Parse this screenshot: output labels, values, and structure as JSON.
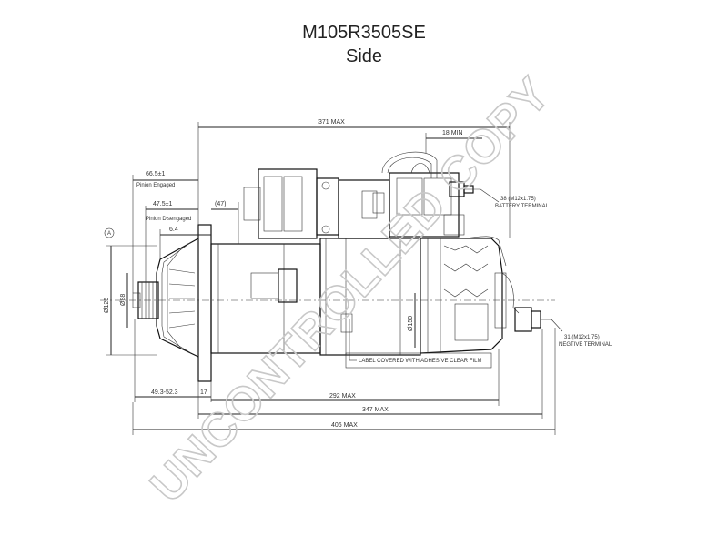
{
  "drawing": {
    "part_number": "M105R3505SE",
    "view": "Side",
    "watermark": "UNCONTROLLED COPY"
  },
  "dimensions": {
    "overall_top": "371 MAX",
    "min_clearance": "18 MIN",
    "engaged_dist": "66.5±1",
    "engaged_label": "Pinion Engaged",
    "disengaged_dist": "47.5±1",
    "disengaged_label": "Pinion Disengaged",
    "flange_ref": "(47)",
    "pinion_depth": "6.4",
    "pinion_dia": "Ø88",
    "center_ref": "A",
    "mount_dia": "Ø125",
    "housing_dia": "Ø150",
    "flange_to_pinion": "49.3-52.3",
    "flange_thk": "17",
    "body_len": "292 MAX",
    "len_347": "347 MAX",
    "overall_bottom": "406 MAX"
  },
  "callouts": {
    "battery_terminal_spec": "38 (M12x1.75)",
    "battery_terminal_label": "BATTERY TERMINAL",
    "label_note": "LABEL COVERED WITH ADHESIVE CLEAR FILM",
    "negative_terminal_spec": "31 (M12x1.75)",
    "negative_terminal_label": "NEGTIVE TERMINAL"
  }
}
